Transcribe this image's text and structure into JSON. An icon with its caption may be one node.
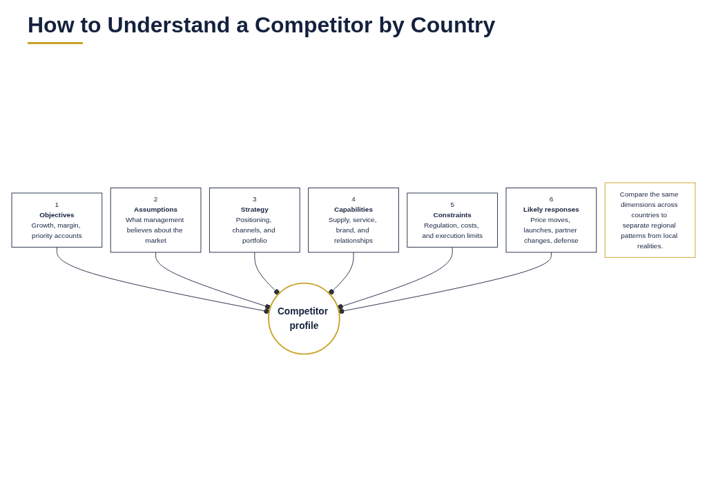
{
  "diagram": {
    "title": "How to Understand a Competitor by Country",
    "nodes": [
      {
        "text": [
          "1",
          "Objectives",
          "Growth, margin, priority accounts"
        ]
      },
      {
        "text": [
          "2",
          "Assumptions",
          "What management believes about the market"
        ]
      },
      {
        "text": [
          "3",
          "Strategy",
          "Positioning, channels, and portfolio"
        ]
      },
      {
        "text": [
          "4",
          "Capabilities",
          "Supply, service, brand, and relationships"
        ]
      },
      {
        "text": [
          "5",
          "Constraints",
          "Regulation, costs, and execution limits"
        ]
      },
      {
        "text": [
          "6",
          "Likely responses",
          "Price moves, launches, partner changes, defense"
        ]
      },
      {
        "text": [
          "Competitor profile"
        ]
      },
      {
        "text": [
          "Compare the same dimensions across countries to separate regional patterns from local realities."
        ]
      }
    ],
    "edges": [
      {
        "from": 0,
        "to": 6,
        "arrow": "other"
      },
      {
        "from": 1,
        "to": 6,
        "arrow": "other"
      },
      {
        "from": 2,
        "to": 6,
        "arrow": "other"
      },
      {
        "from": 3,
        "to": 6,
        "arrow": "other"
      },
      {
        "from": 4,
        "to": 6,
        "arrow": "other"
      },
      {
        "from": 5,
        "to": 6,
        "arrow": "other"
      }
    ]
  }
}
